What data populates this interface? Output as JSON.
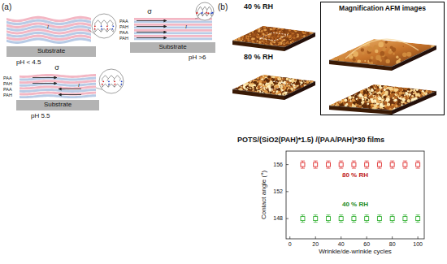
{
  "diagram": {
    "nodes": [
      {
        "text": [
          "Substrate"
        ]
      },
      {
        "text": [
          "Substrate"
        ]
      },
      {
        "text": [
          "Substrate"
        ]
      },
      {
        "text": [
          "Magnification AFM images"
        ]
      }
    ],
    "labels": [
      "(a)",
      "pH < 4.5",
      "pH >6",
      "pH 5.5",
      "σ",
      "σ",
      "PAA",
      "PAH",
      "PAA",
      "PAH",
      "PAA",
      "PAH",
      "PAA",
      "PAH",
      "l",
      "l",
      "l",
      "(b)",
      "40 % RH",
      "80 % RH",
      "POTS/(SiO2(PAH)*1.5) /(PAA/PAH)*30 films",
      "Contact angle (°)",
      "Wrinkle/de-wrinkle cycles",
      "156",
      "152",
      "148",
      "0",
      "20",
      "40",
      "60",
      "80",
      "100",
      "80 % RH",
      "40 % RH"
    ]
  }
}
